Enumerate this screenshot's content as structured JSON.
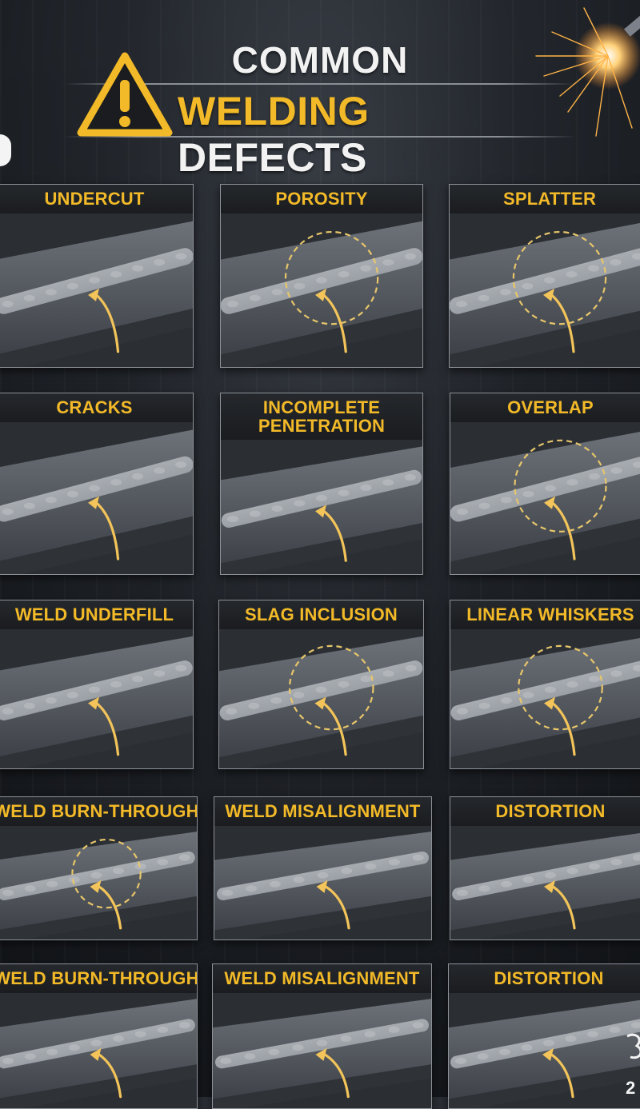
{
  "header": {
    "title_line_1": "COMMON",
    "title_accent": "WELDING",
    "title_rest": "DEFECTS",
    "icon": "warning-icon",
    "accent_color": "#f2b928"
  },
  "defects": [
    {
      "label": "UNDERCUT"
    },
    {
      "label": "POROSITY"
    },
    {
      "label": "SPLATTER"
    },
    {
      "label": "CRACKS"
    },
    {
      "label": "INCOMPLETE PENETRATION"
    },
    {
      "label": "OVERLAP"
    },
    {
      "label": "WELD UNDERFILL"
    },
    {
      "label": "SLAG INCLUSION"
    },
    {
      "label": "LINEAR WHISKERS"
    },
    {
      "label": "WELD BURN-THROUGH"
    },
    {
      "label": "WELD MISALIGNMENT"
    },
    {
      "label": "DISTORTION"
    },
    {
      "label": "WELD BURN-THROUGH"
    },
    {
      "label": "WELD MISALIGNMENT"
    },
    {
      "label": "DISTORTION"
    }
  ]
}
